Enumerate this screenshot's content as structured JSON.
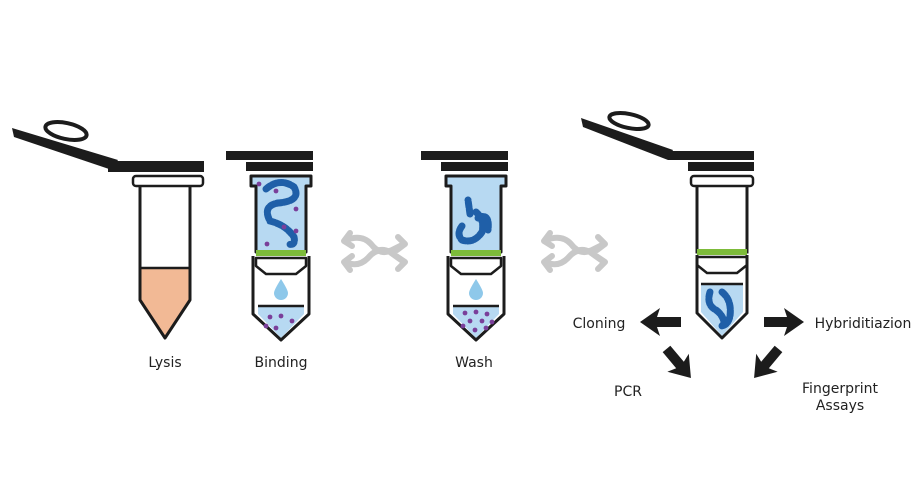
{
  "steps": {
    "lysis": "Lysis",
    "binding": "Binding",
    "wash": "Wash"
  },
  "applications": {
    "cloning": "Cloning",
    "pcr": "PCR",
    "hybridization": "Hybriditiazion",
    "fingerprint_line1": "Fingerprint",
    "fingerprint_line2": "Assays"
  },
  "colors": {
    "outline": "#1c1c1c",
    "lysate": "#f2b995",
    "buffer": "#b7d9f2",
    "dna": "#1f5fa8",
    "membrane": "#7dbb3a",
    "particles": "#7a3f9a",
    "cycle_arrows": "#c8c8c8"
  },
  "icons": [
    "tube-icon",
    "column-icon",
    "drop-icon",
    "dna-strand-icon",
    "cycle-arrows-icon",
    "arrow-icon"
  ]
}
